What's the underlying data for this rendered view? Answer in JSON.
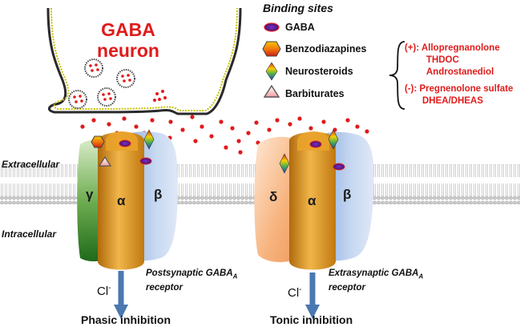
{
  "neuron": {
    "line1": "GABA",
    "line2": "neuron"
  },
  "legend": {
    "title": "Binding sites",
    "items": [
      "GABA",
      "Benzodiazapines",
      "Neurosteroids",
      "Barbiturates"
    ]
  },
  "modulators": {
    "positive": [
      "(+): Allopregnanolone",
      "THDOC",
      "Androstanediol"
    ],
    "negative": [
      "(-): Pregnenolone sulfate",
      "DHEA/DHEAS"
    ]
  },
  "membrane": {
    "extracellular": "Extracellular",
    "intracellular": "Intracellular"
  },
  "receptor_left": {
    "subunits": [
      "γ",
      "α",
      "β"
    ],
    "ion": "Cl",
    "ion_sup": "-",
    "label_line1": "Postsynaptic GABA",
    "label_sub": "A",
    "label_line2": "receptor",
    "effect": "Phasic inhibition"
  },
  "receptor_right": {
    "subunits": [
      "δ",
      "α",
      "β"
    ],
    "ion": "Cl",
    "ion_sup": "-",
    "label_line1": "Extrasynaptic GABA",
    "label_sub": "A",
    "label_line2": "receptor",
    "effect": "Tonic inhibition"
  },
  "colors": {
    "red": "#e01b1b",
    "alpha": "#d9901c",
    "beta": "#a9c2e8",
    "gamma": "#3d8a32",
    "delta": "#f4b080",
    "arrow": "#4a78b0",
    "gaba_site": "#5a1a8c"
  }
}
